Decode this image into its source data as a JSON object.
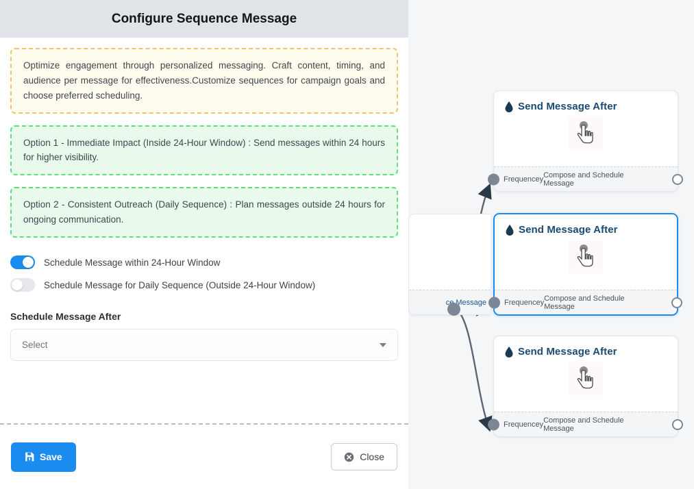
{
  "dialog": {
    "title": "Configure Sequence Message",
    "note": "Optimize engagement through personalized messaging. Craft content, timing, and audience per message for effectiveness.Customize sequences for campaign goals and choose preferred scheduling.",
    "option_1": "Option 1 - Immediate Impact (Inside 24-Hour Window) : Send messages within 24 hours for higher visibility.",
    "option_2": "Option 2 - Consistent Outreach (Daily Sequence) : Plan messages outside 24 hours for ongoing communication.",
    "toggles": [
      {
        "label": "Schedule Message within 24-Hour Window",
        "state": "on"
      },
      {
        "label": "Schedule Message for Daily Sequence (Outside 24-Hour Window)",
        "state": "off"
      }
    ],
    "field": {
      "label": "Schedule Message After",
      "value": "Select",
      "caret_icon": "chevron-down-icon"
    },
    "footer": {
      "save_label": "Save",
      "save_icon": "save-floppy-icon",
      "close_label": "Close",
      "close_icon": "circle-x-icon"
    },
    "colors": {
      "header_bg": "#e0e3e8",
      "accent_blue": "#1a8cf0",
      "note_border": "#f5c26b",
      "note_bg": "#fefcee",
      "option_border": "#5fe07a",
      "option_bg": "#e9f9ec"
    }
  },
  "canvas": {
    "background": "#f4f6f8",
    "partial_node": {
      "footer_text": "ce Message"
    },
    "nodes": [
      {
        "title": "Send Message After",
        "title_icon": "droplet-icon",
        "body_icon": "hand-pointer-icon",
        "footer_left": "Frequencey",
        "footer_right": "Compose and Schedule Message",
        "selected": "false"
      },
      {
        "title": "Send Message After",
        "title_icon": "droplet-icon",
        "body_icon": "hand-pointer-icon",
        "footer_left": "Frequencey",
        "footer_right": "Compose and Schedule Message",
        "selected": "true"
      },
      {
        "title": "Send Message After",
        "title_icon": "droplet-icon",
        "body_icon": "hand-pointer-icon",
        "footer_left": "Frequencey",
        "footer_right": "Compose and Schedule Message",
        "selected": "false"
      }
    ],
    "colors": {
      "node_title": "#1a4971",
      "edge": "#5c6673",
      "handle": "#7d8694",
      "selected_border": "#1a8cf0"
    }
  }
}
